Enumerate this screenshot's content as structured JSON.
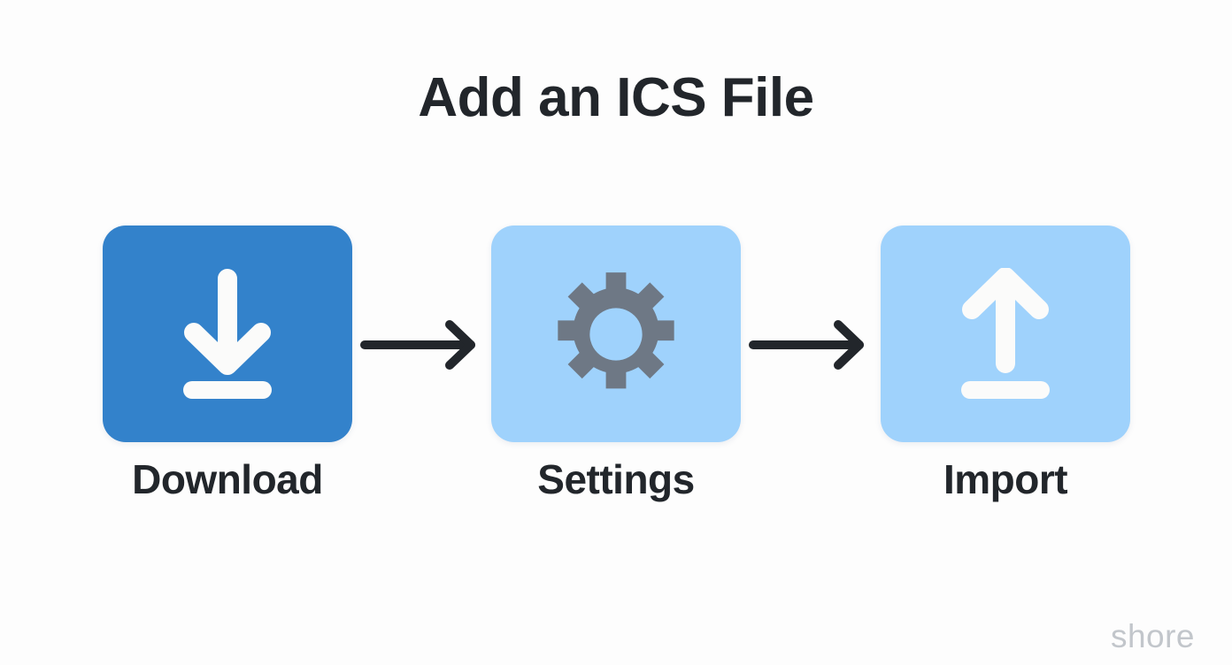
{
  "slide": {
    "title": "Add an ICS File",
    "background_color": "#fdfdfd",
    "title_color": "#22262b"
  },
  "colors": {
    "card_primary": "#3382cb",
    "card_secondary": "#9fd2fc",
    "icon_white": "#fbfbfa",
    "gear_gray": "#6e7885",
    "arrow_dark": "#22262b",
    "label_text": "#22262b",
    "watermark": "#c2c6cb"
  },
  "flow": {
    "steps": [
      {
        "label": "Download",
        "icon": "download-icon",
        "card_color": "#3382cb",
        "icon_color": "#fbfbfa"
      },
      {
        "label": "Settings",
        "icon": "gear-icon",
        "card_color": "#9fd2fc",
        "icon_color": "#6e7885"
      },
      {
        "label": "Import",
        "icon": "upload-icon",
        "card_color": "#9fd2fc",
        "icon_color": "#fbfbfa"
      }
    ],
    "connectors": [
      {
        "icon": "arrow-right-icon",
        "from": "Download",
        "to": "Settings"
      },
      {
        "icon": "arrow-right-icon",
        "from": "Settings",
        "to": "Import"
      }
    ]
  },
  "watermark": {
    "text": "shore"
  }
}
